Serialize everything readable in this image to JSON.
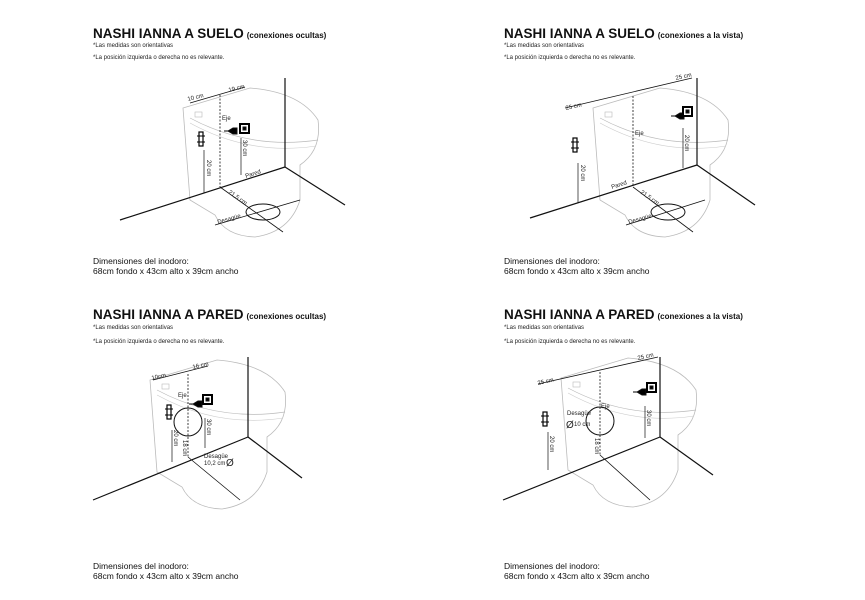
{
  "panels": [
    {
      "title": "NASHI IANNA A SUELO",
      "subtitle": "(conexiones ocultas)",
      "notes": [
        "*Las medidas son orientativas",
        "*La posición izquierda o derecha no es relevante."
      ],
      "labels": {
        "dim_left": "10 cm",
        "dim_right": "19 cm",
        "eje": "Eje",
        "water_height": "20 cm",
        "power_height": "30 cm",
        "wall": "Pared",
        "drain_distance": "21,5 cm",
        "drain": "Desagüe"
      },
      "dimensions_title": "Dimensiones del inodoro:",
      "dimensions_value": "68cm fondo x 43cm alto x 39cm ancho"
    },
    {
      "title": "NASHI IANNA A SUELO",
      "subtitle": "(conexiones a la vista)",
      "notes": [
        "*Las medidas son orientativas",
        "*La posición izquierda o derecha no es relevante."
      ],
      "labels": {
        "dim_left": "25 cm",
        "dim_right": "25 cm",
        "eje": "Eje",
        "water_height": "20 cm",
        "power_height": "20 cm",
        "wall": "Pared",
        "drain_distance": "21,5 cm",
        "drain": "Desagüe"
      },
      "dimensions_title": "Dimensiones del inodoro:",
      "dimensions_value": "68cm fondo x 43cm alto x 39cm ancho"
    },
    {
      "title": "NASHI IANNA A PARED",
      "subtitle": "(conexiones ocultas)",
      "notes": [
        "*Las medidas son orientativas",
        "*La posición izquierda o derecha no es relevante."
      ],
      "labels": {
        "dim_left": "10cm",
        "dim_right": "16 cm",
        "eje": "Eje",
        "water_height": "20 cm",
        "power_height": "30 cm",
        "drain_height": "18 cm",
        "drain": "Desagüe",
        "drain_diameter": "10,2 cm",
        "diameter_symbol": "Ø"
      },
      "dimensions_title": "Dimensiones del inodoro:",
      "dimensions_value": "68cm fondo x 43cm alto x 39cm ancho"
    },
    {
      "title": "NASHI IANNA A PARED",
      "subtitle": "(conexiones a la vista)",
      "notes": [
        "*Las medidas son orientativas",
        "*La posición izquierda o derecha no es relevante."
      ],
      "labels": {
        "dim_left": "25 cm",
        "dim_right": "25 cm",
        "eje": "Eje",
        "water_height": "20 cm",
        "power_height": "30 cm",
        "drain_height": "18 cm",
        "drain": "Desagüe",
        "drain_diameter": "10 cm",
        "diameter_symbol": "Ø"
      },
      "dimensions_title": "Dimensiones del inodoro:",
      "dimensions_value": "68cm fondo x 43cm alto x 39cm ancho"
    }
  ],
  "colors": {
    "lines": "#111111",
    "toilet_outline": "#bbbbbb"
  },
  "icons": [
    "water-valve-icon",
    "power-plug-icon",
    "socket-icon"
  ]
}
